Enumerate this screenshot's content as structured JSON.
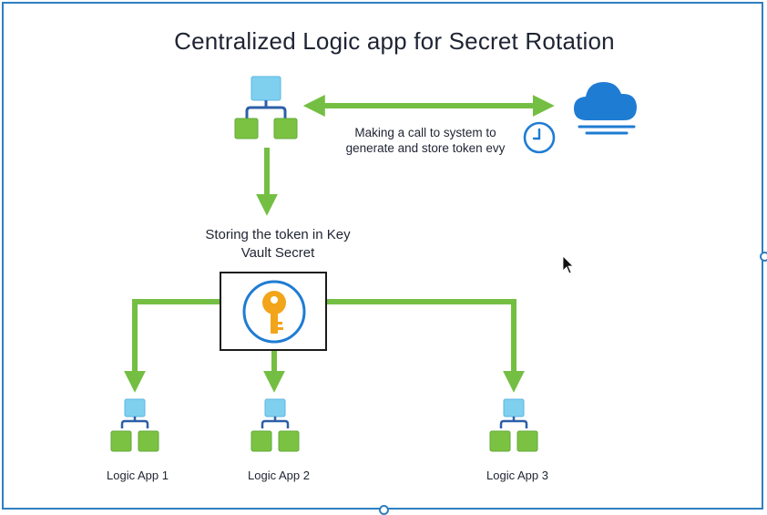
{
  "title": "Centralized Logic app for Secret Rotation",
  "call_note": {
    "line1": "Making a call to system to",
    "line2": "generate and store token evy"
  },
  "store_note": {
    "line1": "Storing the token in Key",
    "line2": "Vault Secret"
  },
  "apps": [
    {
      "label": "Logic App 1"
    },
    {
      "label": "Logic App 2"
    },
    {
      "label": "Logic App 3"
    }
  ],
  "colors": {
    "arrow": "#74bf43",
    "node_top": "#7fd0ef",
    "node_bottom": "#7cc242",
    "connector": "#2d5fa8",
    "cloud": "#1f7cd3",
    "key": "#f2a51a",
    "frame": "#2f7fc0"
  },
  "icons": {
    "main_logic_app": "logic-app-icon",
    "cloud": "cloud-icon",
    "clock": "clock-icon",
    "key": "key-icon",
    "cursor": "mouse-cursor-icon"
  }
}
